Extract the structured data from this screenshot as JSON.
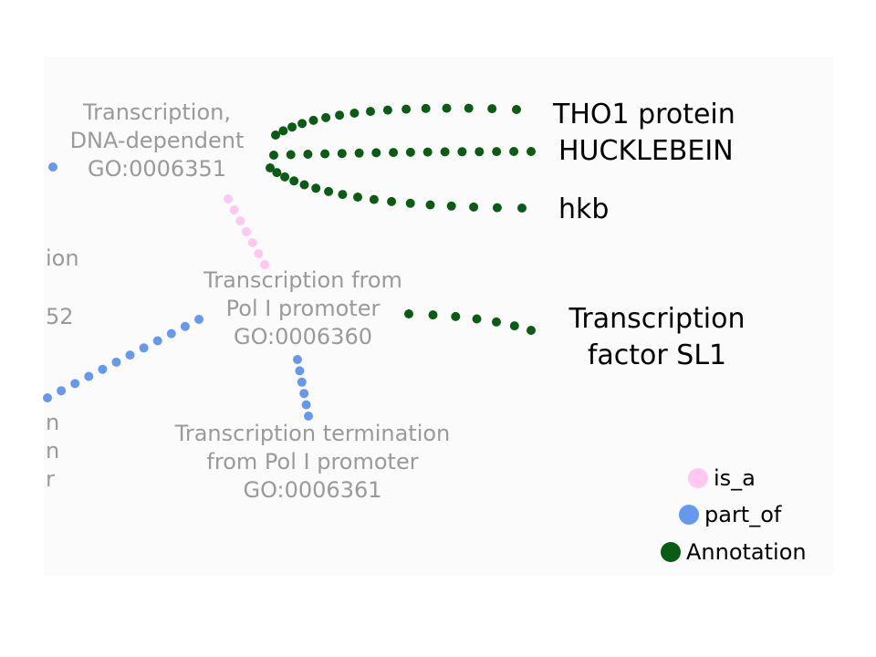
{
  "nodes": {
    "go_6351": {
      "lines": [
        "Transcription,",
        "DNA-dependent",
        "GO:0006351"
      ]
    },
    "go_6360": {
      "lines": [
        "Transcription from",
        "Pol I promoter",
        "GO:0006360"
      ]
    },
    "go_6361": {
      "lines": [
        "Transcription termination",
        "from Pol I promoter",
        "GO:0006361"
      ]
    }
  },
  "clipped_fragments": [
    "ion",
    "52",
    "n",
    "n",
    "r"
  ],
  "genes": {
    "tho1": "THO1 protein",
    "hucklebein": "HUCKLEBEIN",
    "hkb": "hkb",
    "sl1": [
      "Transcription",
      "factor SL1"
    ]
  },
  "legend": {
    "is_a": {
      "label": "is_a",
      "color": "#ffc8f0"
    },
    "part_of": {
      "label": "part_of",
      "color": "#6699ee"
    },
    "annotation": {
      "label": "Annotation",
      "color": "#0a5c14"
    }
  }
}
